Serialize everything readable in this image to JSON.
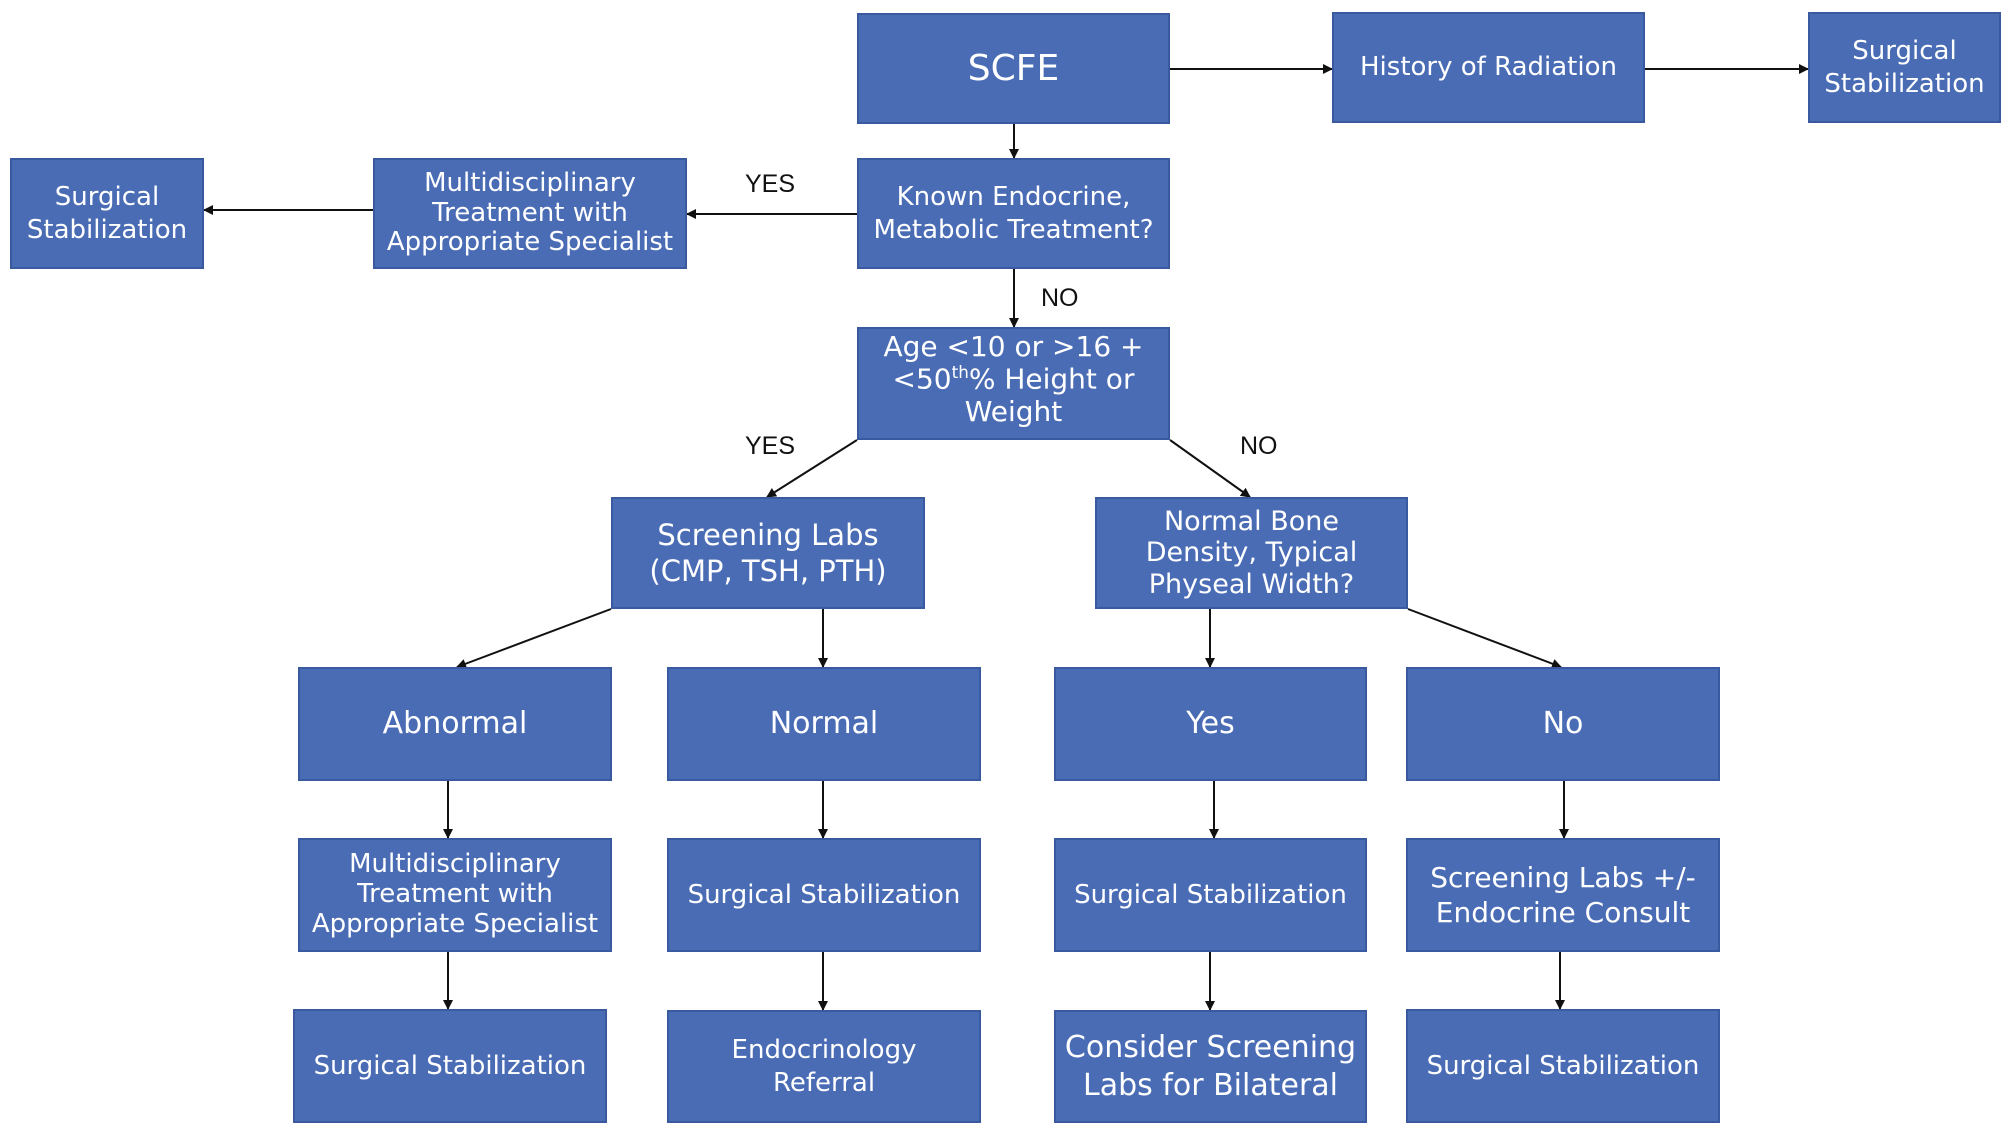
{
  "colors": {
    "box_fill": "#4a6cb5",
    "box_border": "#3a5aa0",
    "text": "#ffffff",
    "arrow": "#111111"
  },
  "nodes": {
    "scfe": "SCFE",
    "radiation": "History of Radiation",
    "surg_top_right": [
      "Surgical",
      "Stabilization"
    ],
    "endocrine_q": [
      "Known Endocrine,",
      "Metabolic Treatment?"
    ],
    "multi_top": [
      "Multidisciplinary",
      "Treatment with",
      "Appropriate Specialist"
    ],
    "surg_top_left": [
      "Surgical",
      "Stabilization"
    ],
    "age_q": {
      "line1": "Age <10 or >16 +",
      "line2_pre": "<50",
      "line2_sup": "th",
      "line2_post": "% Height or",
      "line3": "Weight"
    },
    "screening": [
      "Screening Labs",
      "(CMP, TSH, PTH)"
    ],
    "bone_q": [
      "Normal Bone",
      "Density, Typical",
      "Physeal Width?"
    ],
    "abnormal": "Abnormal",
    "normal": "Normal",
    "yes": "Yes",
    "no": "No",
    "multi_bottom": [
      "Multidisciplinary",
      "Treatment with",
      "Appropriate Specialist"
    ],
    "surg_normal": "Surgical Stabilization",
    "surg_yes": "Surgical Stabilization",
    "screen_endo": [
      "Screening Labs +/-",
      "Endocrine Consult"
    ],
    "surg_abnormal_final": "Surgical Stabilization",
    "endo_referral": "Endocrinology Referral",
    "consider": [
      "Consider Screening",
      "Labs for Bilateral"
    ],
    "surg_no_final": "Surgical Stabilization"
  },
  "edge_labels": {
    "yes_endocrine": "YES",
    "no_endocrine": "NO",
    "yes_age": "YES",
    "no_age": "NO"
  }
}
